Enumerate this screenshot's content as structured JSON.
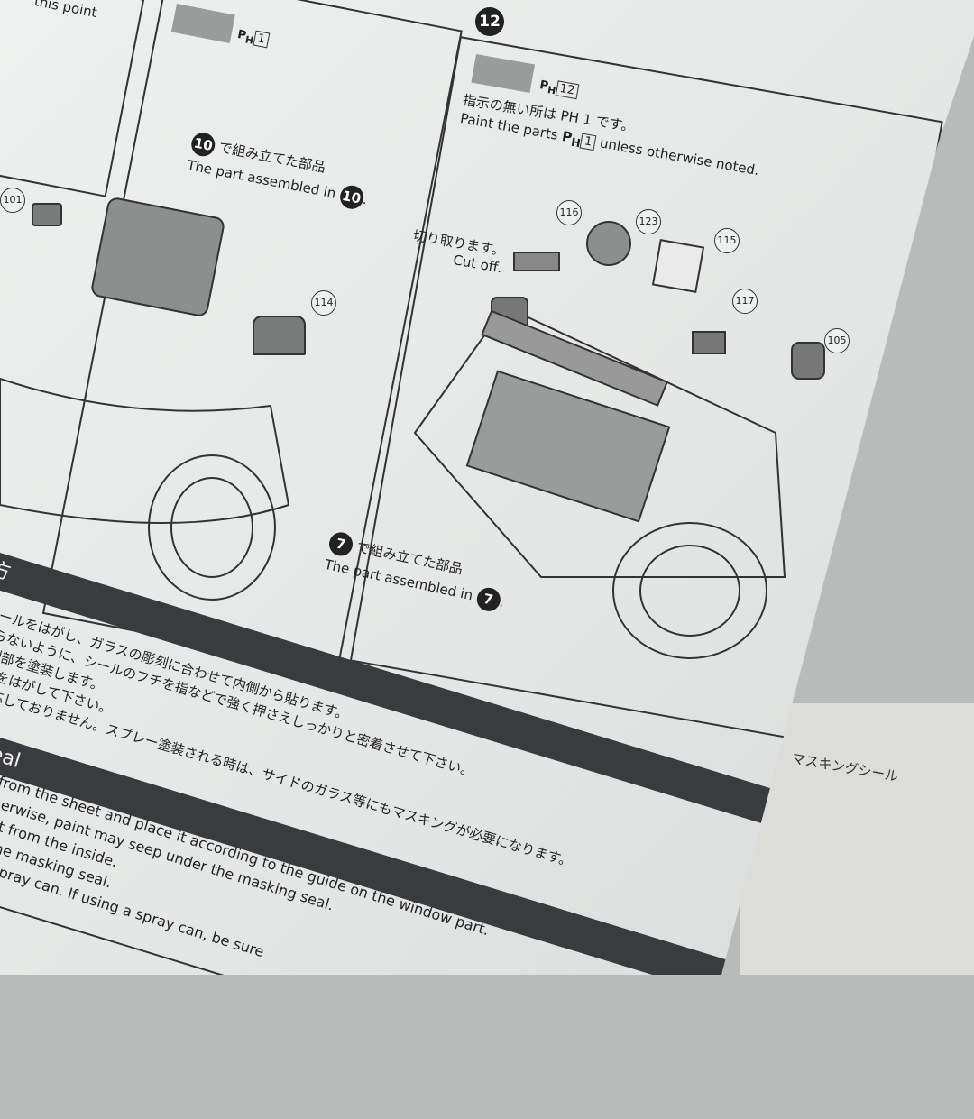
{
  "left_panel": {
    "callout_fragment": "this point",
    "paint_ref": "PH 1",
    "paint_code": "1",
    "assembly_note_ja": "で組み立てた部品",
    "assembly_note_en": "The part assembled in",
    "step_ref": "10",
    "parts": [
      "101",
      "114"
    ]
  },
  "step12": {
    "step_number": "12",
    "paint_ref": "PH",
    "paint_code": "12",
    "instruction_ja": "指示の無い所は PH 1 です。",
    "instruction_en_pre": "Paint the parts",
    "instruction_en_code": "1",
    "instruction_en_post": "unless otherwise noted.",
    "cutoff_ja": "切り取ります。",
    "cutoff_en": "Cut off.",
    "parts": [
      "116",
      "123",
      "115",
      "117",
      "105"
    ],
    "assembly_note_ja": "で組み立てた部品",
    "assembly_note_en": "The part assembled in",
    "step_ref": "7"
  },
  "window_seal_section": {
    "header_ja_fragment": "方",
    "lines_ja": [
      "ールをはがし、ガラスの彫刻に合わせて内側から貼ります。",
      "らないように、シールのフチを指などで強く押さえしっかりと密着させて下さい。",
      "刻部を塗装します。",
      "ルをはがして下さい。",
      "対応しておりません。スプレー塗装される時は、サイドのガラス等にもマスキングが必要になります。"
    ],
    "header_en_fragment": "eal",
    "lines_en": [
      "from the sheet and place it according to the guide on the window part.",
      "herwise, paint may seep under the masking seal.",
      "int from the inside.",
      "f the masking seal.",
      "th spray can. If using a spray can, be sure"
    ]
  },
  "background_label": "マスキングシール"
}
